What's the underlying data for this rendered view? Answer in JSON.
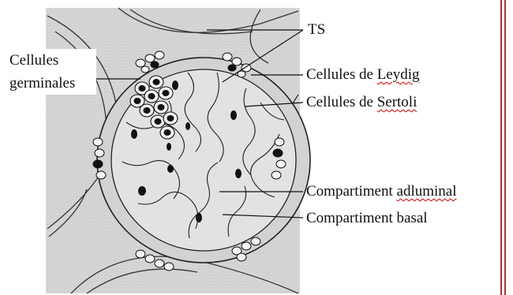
{
  "labels": {
    "ts": "TS",
    "germinales_line1": "Cellules",
    "germinales_line2": "germinales",
    "leydig_prefix": "Cellules de ",
    "leydig_word": "Leydig",
    "sertoli_prefix": "Cellules de ",
    "sertoli_word": "Sertoli",
    "adluminal_prefix": "Compartiment ",
    "adluminal_word": "adluminal",
    "basal": "Compartiment basal"
  },
  "colors": {
    "background": "#ffffff",
    "tissue": "#d6d6d6",
    "lumen": "#e2e2e2",
    "ink": "#111111",
    "spellcheck": "#d00000",
    "slide_border": "#b03030"
  }
}
